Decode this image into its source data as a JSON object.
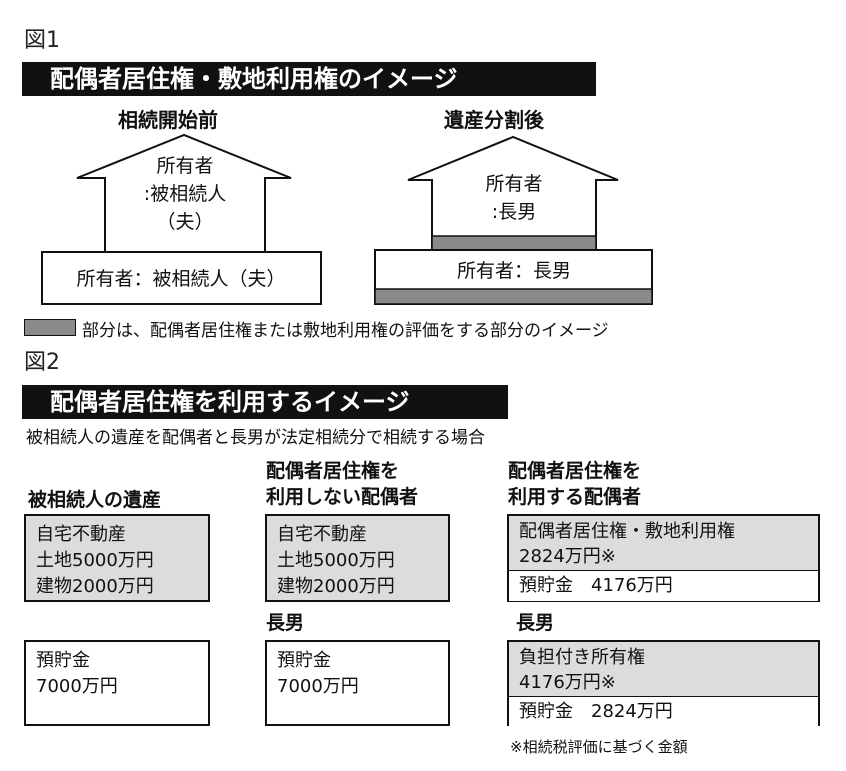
{
  "fig1": {
    "label": "図1",
    "banner": "配偶者居住権・敷地利用権のイメージ",
    "left": {
      "heading": "相続開始前",
      "house_lines": [
        "所有者",
        ":被相続人",
        "（夫）"
      ],
      "land": "所有者：被相続人（夫）"
    },
    "right": {
      "heading": "遺産分割後",
      "house_lines": [
        "所有者",
        ":長男"
      ],
      "land": "所有者：長男"
    },
    "legend": "部分は、配偶者居住権または敷地利用権の評価をする部分のイメージ"
  },
  "fig2": {
    "label": "図2",
    "banner": "配偶者居住権を利用するイメージ",
    "subtitle": "被相続人の遺産を配偶者と長男が法定相続分で相続する場合",
    "col1": {
      "heading": "被相続人の遺産",
      "estate": [
        "自宅不動産",
        "土地5000万円",
        "建物2000万円"
      ],
      "savings": [
        "預貯金",
        "7000万円"
      ]
    },
    "col2": {
      "heading": [
        "配偶者居住権を",
        "利用しない配偶者"
      ],
      "estate": [
        "自宅不動産",
        "土地5000万円",
        "建物2000万円"
      ],
      "son_heading": "長男",
      "savings": [
        "預貯金",
        "7000万円"
      ]
    },
    "col3": {
      "heading": [
        "配偶者居住権を",
        "利用する配偶者"
      ],
      "right_box": [
        "配偶者居住権・敷地利用権",
        "2824万円※"
      ],
      "spouse_savings": "預貯金　4176万円",
      "son_heading": "長男",
      "burden_box": [
        "負担付き所有権",
        "4176万円※"
      ],
      "son_savings": "預貯金　2824万円",
      "footnote": "※相続税評価に基づく金額"
    }
  }
}
